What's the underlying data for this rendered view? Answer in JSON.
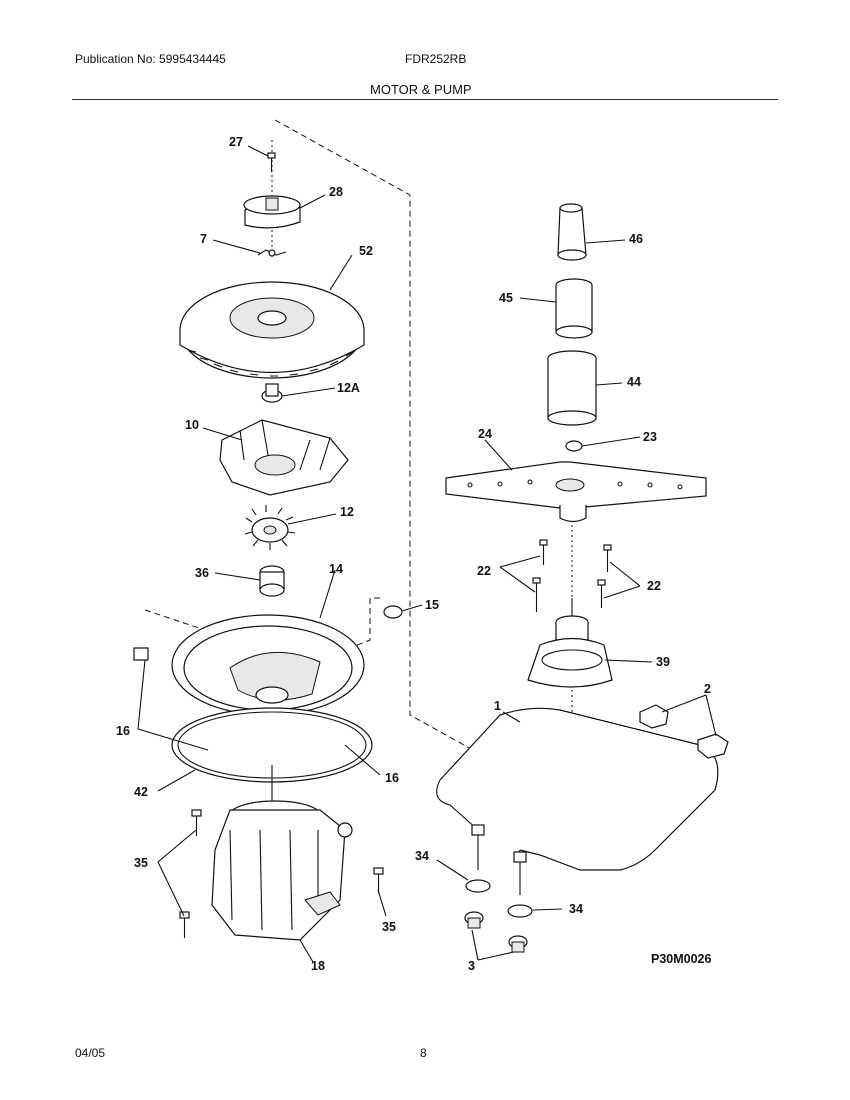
{
  "header": {
    "publication": "Publication No: 5995434445",
    "model": "FDR252RB",
    "section_title": "MOTOR & PUMP"
  },
  "diagram": {
    "drawing_code": "P30M0026",
    "callouts": {
      "c27": "27",
      "c28": "28",
      "c7": "7",
      "c52": "52",
      "c12A": "12A",
      "c10": "10",
      "c12": "12",
      "c36": "36",
      "c14": "14",
      "c15": "15",
      "c16a": "16",
      "c16b": "16",
      "c42": "42",
      "c35a": "35",
      "c35b": "35",
      "c18": "18",
      "c46": "46",
      "c45": "45",
      "c44": "44",
      "c24": "24",
      "c23": "23",
      "c22a": "22",
      "c22b": "22",
      "c39": "39",
      "c1": "1",
      "c2": "2",
      "c34a": "34",
      "c34b": "34",
      "c3": "3"
    }
  },
  "footer": {
    "date": "04/05",
    "page": "8"
  }
}
